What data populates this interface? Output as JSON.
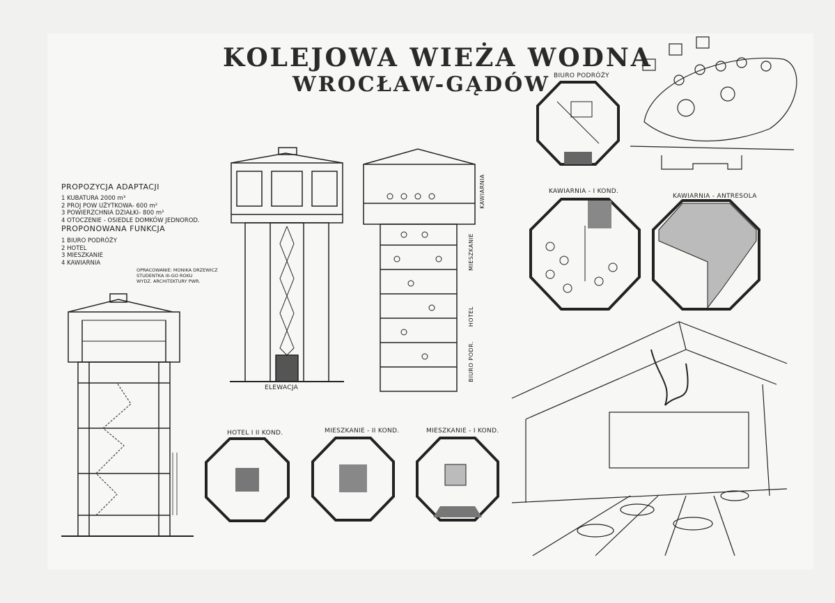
{
  "title": {
    "line1": "KOLEJOWA WIEŻA WODNA",
    "line2": "WROCŁAW-GĄDÓW"
  },
  "proposal": {
    "heading": "PROPOZYCJA ADAPTACJI",
    "items": [
      "1 KUBATURA       2000 m³",
      "2 PROJ POW UŻYTKOWA-    600 m²",
      "3 POWIERZCHNIA DZIAŁKI-  800 m²",
      "4 OTOCZENIE - OSIEDLE DOMKÓW JEDNOROD."
    ]
  },
  "function": {
    "heading": "PROPONOWANA FUNKCJA",
    "items": [
      "1 BIURO PODRÓŻY",
      "2 HOTEL",
      "3 MIESZKANIE",
      "4 KAWIARNIA"
    ]
  },
  "credit": {
    "lines": [
      "OPRACOWANIE: MONIKA DRZEWICZ",
      "STUDENTKA III-GO ROKU",
      "WYDZ. ARCHITEKTURY PWr."
    ]
  },
  "labels": {
    "elevation": "ELEWACJA",
    "section_kawiarnia": "KAWIARNIA",
    "section_mieszkanie": "MIESZKANIE",
    "section_hotel": "HOTEL",
    "section_biuro": "BIURO PODR.",
    "plan_biuro": "BIURO PODRÓŻY",
    "plan_kawiarnia1": "KAWIARNIA - I KOND.",
    "plan_antresola": "KAWIARNIA - ANTRESOLA",
    "plan_hotel": "HOTEL I II KOND.",
    "plan_mieszkanie2": "MIESZKANIE - II KOND.",
    "plan_mieszkanie1": "MIESZKANIE - I KOND."
  },
  "colors": {
    "paper": "#f1f1ef",
    "ink": "#1a1a1a"
  }
}
